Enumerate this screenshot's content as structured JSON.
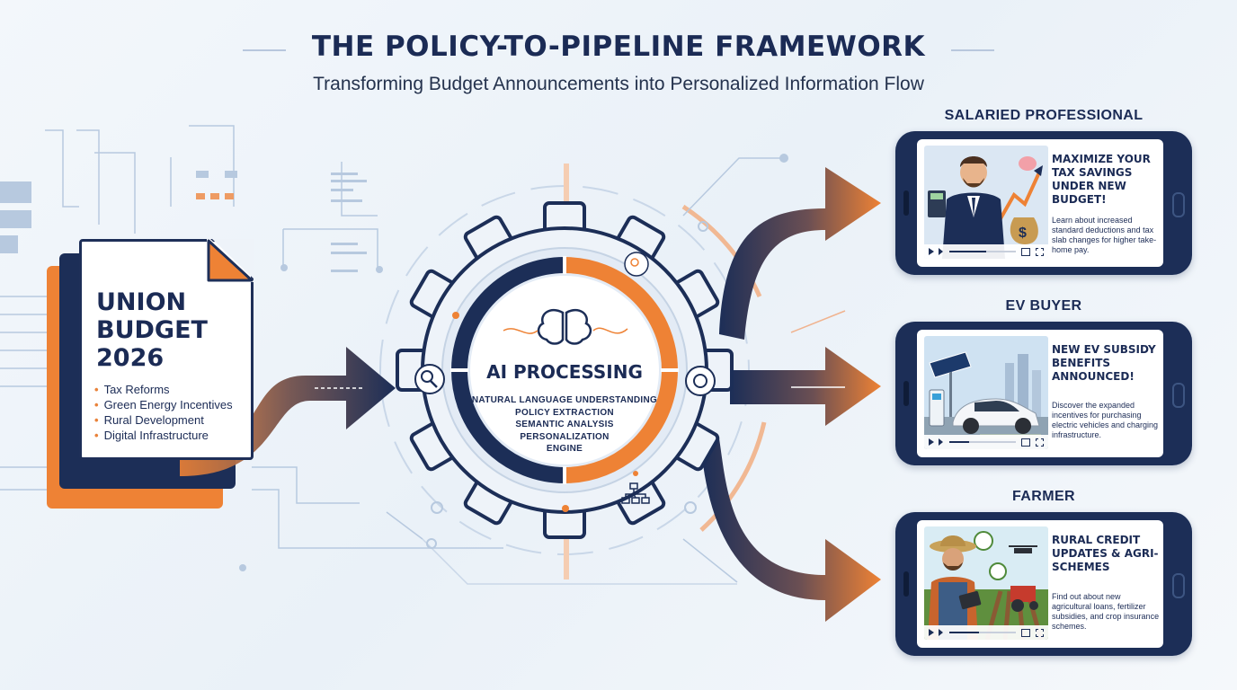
{
  "header": {
    "title": "THE POLICY-TO-PIPELINE FRAMEWORK",
    "subtitle": "Transforming Budget Announcements into Personalized Information Flow"
  },
  "document": {
    "title_lines": [
      "UNION",
      "BUDGET",
      "2026"
    ],
    "items": [
      "Tax Reforms",
      "Green Energy Incentives",
      "Rural Development",
      "Digital Infrastructure"
    ]
  },
  "processor": {
    "title": "AI PROCESSING",
    "lines": [
      "NATURAL LANGUAGE UNDERSTANDING",
      "POLICY EXTRACTION",
      "SEMANTIC ANALYSIS",
      "PERSONALIZATION",
      "ENGINE"
    ],
    "icons": [
      "magnifier-icon",
      "brain-icon",
      "search-analysis-icon",
      "gear-brain-icon",
      "flowchart-icon"
    ]
  },
  "segments": [
    {
      "label": "SALARIED PROFESSIONAL",
      "headline": "MAXIMIZE YOUR TAX SAVINGS UNDER NEW BUDGET!",
      "body": "Learn about increased standard deductions and tax slab changes for higher take-home pay.",
      "progress": 0.55
    },
    {
      "label": "EV BUYER",
      "headline": "NEW EV SUBSIDY BENEFITS ANNOUNCED!",
      "body": "Discover the expanded incentives for purchasing electric vehicles and charging infrastructure.",
      "progress": 0.3
    },
    {
      "label": "FARMER",
      "headline": "RURAL CREDIT UPDATES & AGRI-SCHEMES",
      "body": "Find out about new agricultural loans, fertilizer subsidies, and crop insurance schemes.",
      "progress": 0.45
    }
  ],
  "colors": {
    "navy": "#1c2e57",
    "orange": "#ee8235",
    "background": "#eef3f8"
  }
}
